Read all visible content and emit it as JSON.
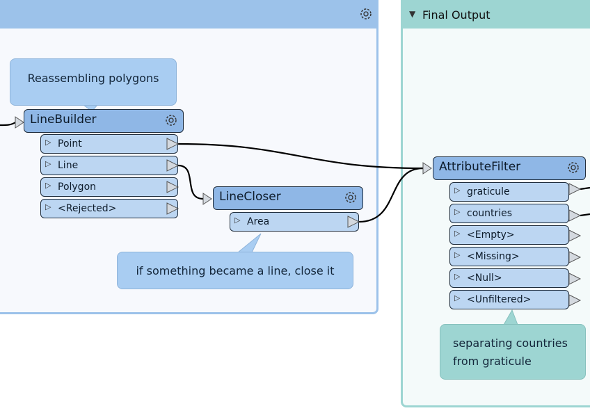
{
  "bookmarks": {
    "final_output": {
      "title": "Final Output",
      "collapse_icon": "triangle-down-icon"
    }
  },
  "transformers": {
    "linebuilder": {
      "name": "LineBuilder",
      "ports": [
        "Point",
        "Line",
        "Polygon",
        "<Rejected>"
      ]
    },
    "linecloser": {
      "name": "LineCloser",
      "ports": [
        "Area"
      ]
    },
    "attributefilter": {
      "name": "AttributeFilter",
      "ports": [
        "graticule",
        "countries",
        "<Empty>",
        "<Missing>",
        "<Null>",
        "<Unfiltered>"
      ]
    }
  },
  "annotations": {
    "reassembling": "Reassembling polygons",
    "close_line": "if something became a line, close it",
    "separating_line1": "separating countries",
    "separating_line2": "from graticule"
  },
  "colors": {
    "bookmark_blue": "#9cc2ea",
    "bookmark_teal": "#9dd5d2",
    "node_header": "#8fb7e6",
    "port_fill": "#bcd6f2",
    "annotation_blue": "#a9cdf2",
    "annotation_teal": "#9dd5d2"
  }
}
